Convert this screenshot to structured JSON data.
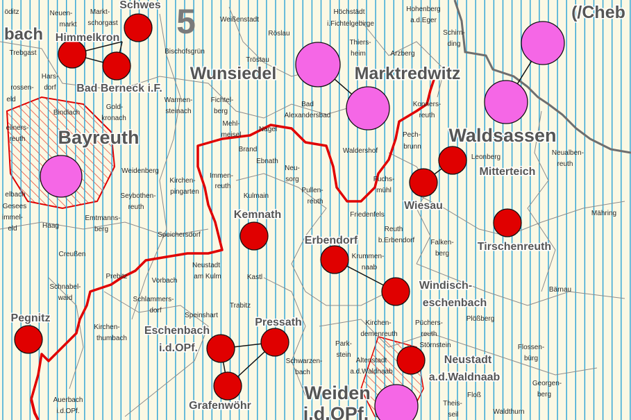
{
  "map": {
    "colors": {
      "background": "#fbf8e4",
      "hatch_lines": "#2aa3d6",
      "district_border": "#8b8b8b",
      "region_border": "#e00000",
      "state_border": "#6e6e6e",
      "red_marker": "#e00000",
      "pink_marker": "#f567e6",
      "large_label": "#555555",
      "small_label": "#2a2a2a",
      "hatched_area": "#e74c3c"
    },
    "region_number": "5",
    "corner_label": "(/Cheb",
    "large_labels": [
      {
        "id": "wunsiedel",
        "text": "Wunsiedel"
      },
      {
        "id": "marktredwitz",
        "text": "Marktredwitz"
      },
      {
        "id": "bayreuth",
        "text": "Bayreuth"
      },
      {
        "id": "waldsassen",
        "text": "Waldsassen"
      },
      {
        "id": "weiden-1",
        "text": "Weiden"
      },
      {
        "id": "weiden-2",
        "text": "i.d.OPf."
      },
      {
        "id": "bach",
        "text": "bach"
      }
    ],
    "medium_labels": [
      {
        "id": "himmelkron",
        "text": "Himmelkron"
      },
      {
        "id": "bad-berneck",
        "text": "Bad Berneck i.F."
      },
      {
        "id": "mitterteich",
        "text": "Mitterteich"
      },
      {
        "id": "kemnath",
        "text": "Kemnath"
      },
      {
        "id": "wiesau",
        "text": "Wiesau"
      },
      {
        "id": "tirschenreuth",
        "text": "Tirschenreuth"
      },
      {
        "id": "erbendorf",
        "text": "Erbendorf"
      },
      {
        "id": "windisch-1",
        "text": "Windisch-"
      },
      {
        "id": "windisch-2",
        "text": "eschenbach"
      },
      {
        "id": "pegnitz",
        "text": "Pegnitz"
      },
      {
        "id": "eschenbach-1",
        "text": "Eschenbach"
      },
      {
        "id": "eschenbach-2",
        "text": "i.d.OPf."
      },
      {
        "id": "pressath",
        "text": "Pressath"
      },
      {
        "id": "neustadt-1",
        "text": "Neustadt"
      },
      {
        "id": "neustadt-2",
        "text": "a.d.Waldnaab"
      },
      {
        "id": "grafenwoehr",
        "text": "Grafenwöhr"
      },
      {
        "id": "selb-partial",
        "text": "Schwes"
      }
    ],
    "small_labels": [
      {
        "id": "sl-1",
        "text": "Weißenstadt"
      },
      {
        "id": "sl-2",
        "text": "Höchstädt"
      },
      {
        "id": "sl-3",
        "text": "i.Fichtelgebirge"
      },
      {
        "id": "sl-4",
        "text": "Hohenberg"
      },
      {
        "id": "sl-5",
        "text": "a.d.Eger"
      },
      {
        "id": "sl-6",
        "text": "Schirn-"
      },
      {
        "id": "sl-7",
        "text": "ding"
      },
      {
        "id": "sl-8",
        "text": "Neuen-"
      },
      {
        "id": "sl-9",
        "text": "markt"
      },
      {
        "id": "sl-10",
        "text": "Markt-"
      },
      {
        "id": "sl-11",
        "text": "schorgast"
      },
      {
        "id": "sl-12",
        "text": "Bischofsgrün"
      },
      {
        "id": "sl-13",
        "text": "Röslau"
      },
      {
        "id": "sl-14",
        "text": "Thiers-"
      },
      {
        "id": "sl-15",
        "text": "heim"
      },
      {
        "id": "sl-16",
        "text": "Arzberg"
      },
      {
        "id": "sl-17",
        "text": "Tröstau"
      },
      {
        "id": "sl-18",
        "text": "Trebgast"
      },
      {
        "id": "sl-19",
        "text": "Hars-"
      },
      {
        "id": "sl-20",
        "text": "dorf"
      },
      {
        "id": "sl-21",
        "text": "rossen-"
      },
      {
        "id": "sl-22",
        "text": "eld"
      },
      {
        "id": "sl-23",
        "text": "Gold-"
      },
      {
        "id": "sl-24",
        "text": "kronach"
      },
      {
        "id": "sl-25",
        "text": "Bindlach"
      },
      {
        "id": "sl-26",
        "text": "Warmen-"
      },
      {
        "id": "sl-27",
        "text": "steinach"
      },
      {
        "id": "sl-28",
        "text": "Fichtel-"
      },
      {
        "id": "sl-29",
        "text": "berg"
      },
      {
        "id": "sl-30",
        "text": "Bad"
      },
      {
        "id": "sl-31",
        "text": "Alexandersbad"
      },
      {
        "id": "sl-32",
        "text": "Konners-"
      },
      {
        "id": "sl-33",
        "text": "reuth"
      },
      {
        "id": "sl-34",
        "text": "Mehl-"
      },
      {
        "id": "sl-35",
        "text": "meisel"
      },
      {
        "id": "sl-36",
        "text": "Nagel"
      },
      {
        "id": "sl-37",
        "text": "Pech-"
      },
      {
        "id": "sl-38",
        "text": "brunn"
      },
      {
        "id": "sl-39",
        "text": "Brand"
      },
      {
        "id": "sl-40",
        "text": "Ebnath"
      },
      {
        "id": "sl-41",
        "text": "Waldershof"
      },
      {
        "id": "sl-42",
        "text": "Leonberg"
      },
      {
        "id": "sl-43",
        "text": "Neualben-"
      },
      {
        "id": "sl-44",
        "text": "reuth"
      },
      {
        "id": "sl-45",
        "text": "Weidenberg"
      },
      {
        "id": "sl-46",
        "text": "Immen-"
      },
      {
        "id": "sl-47",
        "text": "reuth"
      },
      {
        "id": "sl-48",
        "text": "Neu-"
      },
      {
        "id": "sl-49",
        "text": "sorg"
      },
      {
        "id": "sl-50",
        "text": "Fuchs-"
      },
      {
        "id": "sl-51",
        "text": "mühl"
      },
      {
        "id": "sl-52",
        "text": "Kirchen-"
      },
      {
        "id": "sl-53",
        "text": "pingarten"
      },
      {
        "id": "sl-54",
        "text": "Kulmain"
      },
      {
        "id": "sl-55",
        "text": "Pullen-"
      },
      {
        "id": "sl-56",
        "text": "reuth"
      },
      {
        "id": "sl-57",
        "text": "Seybothen-"
      },
      {
        "id": "sl-58",
        "text": "reuth"
      },
      {
        "id": "sl-59",
        "text": "Emtmanns-"
      },
      {
        "id": "sl-60",
        "text": "berg"
      },
      {
        "id": "sl-61",
        "text": "Friedenfels"
      },
      {
        "id": "sl-62",
        "text": "Mähring"
      },
      {
        "id": "sl-63",
        "text": "Haag"
      },
      {
        "id": "sl-64",
        "text": "Reuth"
      },
      {
        "id": "sl-65",
        "text": "b.Erbendorf"
      },
      {
        "id": "sl-66",
        "text": "Speichersdorf"
      },
      {
        "id": "sl-67",
        "text": "Falken-"
      },
      {
        "id": "sl-68",
        "text": "berg"
      },
      {
        "id": "sl-69",
        "text": "Creußen"
      },
      {
        "id": "sl-70",
        "text": "Neustadt"
      },
      {
        "id": "sl-71",
        "text": "am Kulm"
      },
      {
        "id": "sl-72",
        "text": "Krummen-"
      },
      {
        "id": "sl-73",
        "text": "naab"
      },
      {
        "id": "sl-74",
        "text": "Schnabel-"
      },
      {
        "id": "sl-75",
        "text": "waid"
      },
      {
        "id": "sl-76",
        "text": "Prebitz"
      },
      {
        "id": "sl-77",
        "text": "Vorbach"
      },
      {
        "id": "sl-78",
        "text": "Kastl"
      },
      {
        "id": "sl-79",
        "text": "Bärnau"
      },
      {
        "id": "sl-80",
        "text": "Schlammers-"
      },
      {
        "id": "sl-81",
        "text": "dorf"
      },
      {
        "id": "sl-82",
        "text": "Trabitz"
      },
      {
        "id": "sl-83",
        "text": "Speinshart"
      },
      {
        "id": "sl-84",
        "text": "Plößberg"
      },
      {
        "id": "sl-85",
        "text": "Kirchen-"
      },
      {
        "id": "sl-86",
        "text": "thumbach"
      },
      {
        "id": "sl-87",
        "text": "Kirchen-"
      },
      {
        "id": "sl-88",
        "text": "demenreuth"
      },
      {
        "id": "sl-89",
        "text": "Püchers-"
      },
      {
        "id": "sl-90",
        "text": "reuth"
      },
      {
        "id": "sl-91",
        "text": "Park-"
      },
      {
        "id": "sl-92",
        "text": "stein"
      },
      {
        "id": "sl-93",
        "text": "Störnstein"
      },
      {
        "id": "sl-94",
        "text": "Flossen-"
      },
      {
        "id": "sl-95",
        "text": "bürg"
      },
      {
        "id": "sl-96",
        "text": "Schwarzen-"
      },
      {
        "id": "sl-97",
        "text": "bach"
      },
      {
        "id": "sl-98",
        "text": "Altenstadt"
      },
      {
        "id": "sl-99",
        "text": "a.d.Waldnaab"
      },
      {
        "id": "sl-100",
        "text": "Georgen-"
      },
      {
        "id": "sl-101",
        "text": "berg"
      },
      {
        "id": "sl-102",
        "text": "Floß"
      },
      {
        "id": "sl-103",
        "text": "Theis-"
      },
      {
        "id": "sl-104",
        "text": "seil"
      },
      {
        "id": "sl-105",
        "text": "Waldthurn"
      },
      {
        "id": "sl-106",
        "text": "Auerbach"
      },
      {
        "id": "sl-107",
        "text": "i.d.OPf."
      },
      {
        "id": "sl-108",
        "text": "Gesees"
      },
      {
        "id": "sl-109",
        "text": "immel-"
      },
      {
        "id": "sl-110",
        "text": "eld"
      },
      {
        "id": "sl-111",
        "text": "elbach"
      },
      {
        "id": "sl-112",
        "text": "öditz"
      },
      {
        "id": "sl-113",
        "text": "eiiners-"
      },
      {
        "id": "sl-114",
        "text": "reuth"
      }
    ]
  }
}
